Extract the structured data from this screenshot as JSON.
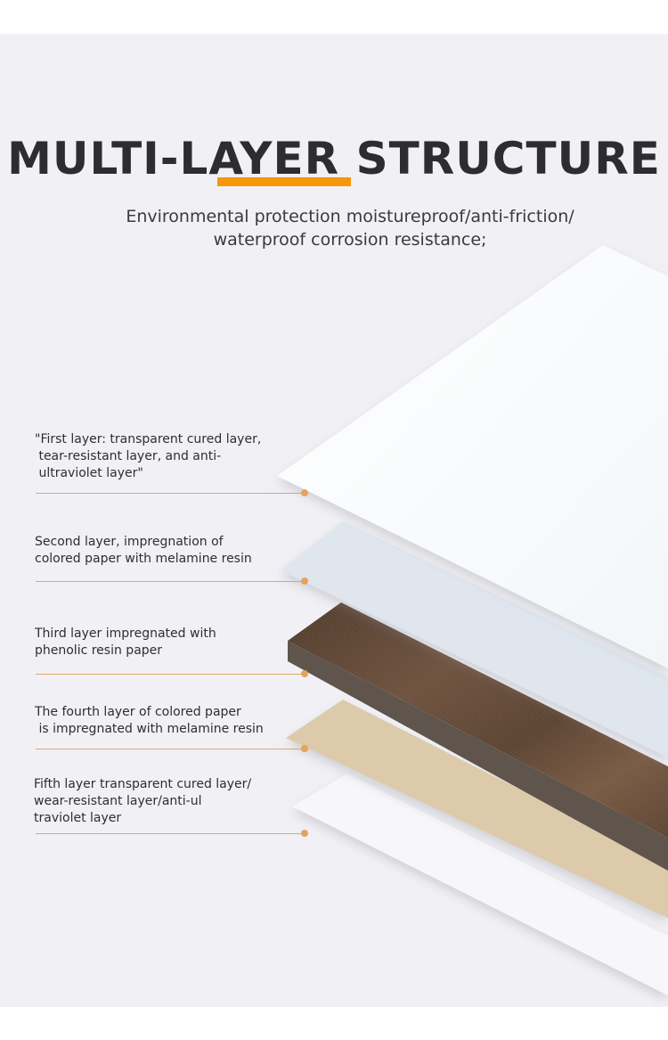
{
  "header": {
    "title_part1": "MULTI-",
    "title_part2": "LAYER",
    "title_part3": " STRUCTURE",
    "subtitle_line1": "Environmental protection moistureproof/anti-friction/",
    "subtitle_line2": "waterproof corrosion resistance;",
    "accent_color": "#F5980C"
  },
  "layers": [
    {
      "label": "\"First layer: transparent cured layer,\n tear-resistant layer, and anti-\n ultraviolet layer\"",
      "color": "#FFFFFF"
    },
    {
      "label": "Second layer, impregnation of\ncolored paper with melamine resin",
      "color": "#DFE6EE"
    },
    {
      "label": "Third layer impregnated with\nphenolic resin paper",
      "color": "#6B5242"
    },
    {
      "label": "The fourth layer of colored paper\n is impregnated with melamine resin",
      "color": "#DCCAAA"
    },
    {
      "label": "Fifth layer transparent cured layer/\nwear-resistant layer/anti-ul\ntraviolet layer",
      "color": "#F7F7FA"
    }
  ],
  "leader_color": "#E3A566"
}
